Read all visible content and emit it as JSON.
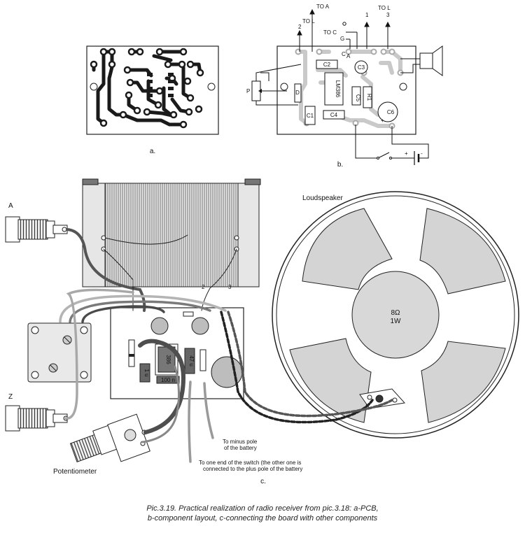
{
  "panel_a": {
    "label": "a."
  },
  "panel_b": {
    "label": "b.",
    "to_a": "TO A",
    "to_l_2_top": "TO L",
    "to_l_2_num": "2",
    "to_l_1_top": "TO L",
    "to_l_1_num": "1",
    "to_l_3_num": "3",
    "to_c": "TO C",
    "g": "G",
    "ca": "C",
    "ca_sub": "A",
    "c2": "C2",
    "c3": "C3",
    "p": "P",
    "d": "D",
    "ic": "LM386",
    "c5": "C5",
    "r1": "R1",
    "c6": "C6",
    "c1": "C1",
    "c4": "C4",
    "plus": "+",
    "minus": "-",
    "c6_plus": "+"
  },
  "panel_c": {
    "label": "c.",
    "a": "A",
    "z": "Z",
    "loudspeaker": "Loudspeaker",
    "speaker_imp": "8Ω",
    "speaker_pow": "1W",
    "coil_2": "2",
    "coil_3": "3",
    "potentiometer": "Potentiometer",
    "to_minus_1": "To minus pole",
    "to_minus_2": "of the battery",
    "switch_1": "To one end of the switch (the other one is",
    "switch_2": "connected to the plus pole of the battery",
    "cap_100n": "100 n",
    "cap_47u": "47 u",
    "cap_1u": "1 u",
    "ic_chip": "386"
  },
  "caption": {
    "line1": "Pic.3.19. Practical realization of radio receiver from pic.3.18: a-PCB,",
    "line2": "b-component layout, c-connecting the board with other components"
  }
}
